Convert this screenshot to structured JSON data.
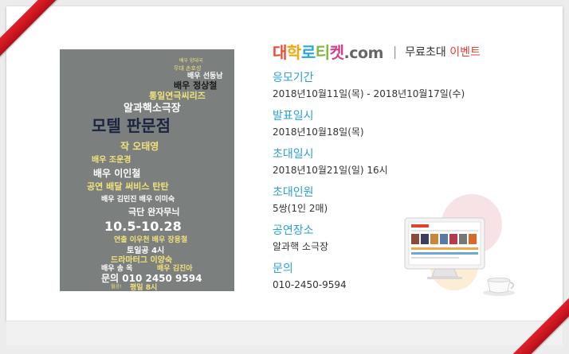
{
  "header": {
    "logo_parts": [
      "대",
      "학",
      "로",
      "티",
      "켓"
    ],
    "logo_suffix": ".com",
    "divider": "|",
    "headline_prefix": "무료초대 ",
    "headline_highlight": "이벤트"
  },
  "info": [
    {
      "label": "응모기간",
      "value": "2018년10월11일(목) - 2018년10월17일(수)"
    },
    {
      "label": "발표일시",
      "value": "2018년10월18일(목)"
    },
    {
      "label": "초대일시",
      "value": "2018년10월21일(일) 16시"
    },
    {
      "label": "초대인원",
      "value": "5쌍(1인 2매)"
    },
    {
      "label": "공연장소",
      "value": "알과핵 소극장"
    },
    {
      "label": "문의",
      "value": "010-2450-9594"
    }
  ],
  "poster": {
    "lines": [
      "배우 양대국",
      "무대 손호성",
      "배우 선동남",
      "배우 정상철",
      "통일연극씨리즈",
      "알과핵소극장",
      "모텔 판문점",
      "작 오태영",
      "배우 조운경",
      "배우 이인철",
      "공연 배달 써비스 탄탄",
      "배우 김민진 배우 이미숙",
      "극단 완자무늬",
      "10.5-10.28",
      "연출 이우천 배우 장용철",
      "토일공 4시",
      "드라마터그 이양숙",
      "배우 송 옥",
      "배우 김진아",
      "문의 010 2450 9594",
      "평일 8시",
      "월공!"
    ]
  },
  "colors": {
    "accent_blue": "#2aa0d6",
    "accent_red": "#e24030",
    "poster_bg": "#7b7f7d"
  }
}
